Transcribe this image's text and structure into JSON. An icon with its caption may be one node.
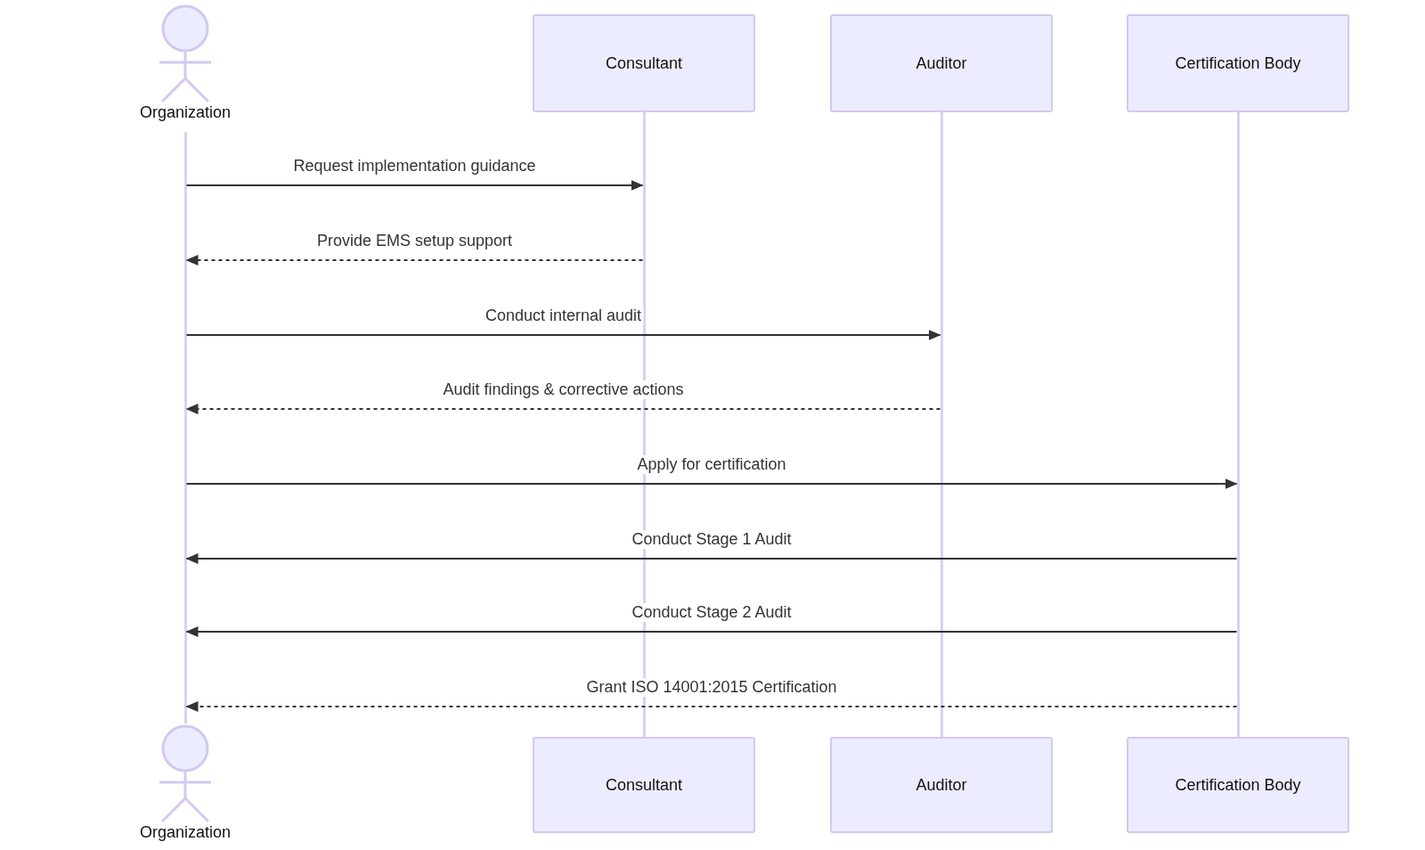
{
  "diagram": {
    "nodes": [
      {
        "text": [
          "Organization"
        ]
      },
      {
        "text": [
          "Consultant"
        ]
      },
      {
        "text": [
          "Auditor"
        ]
      },
      {
        "text": [
          "Certification Body"
        ]
      },
      {
        "text": [
          "Organization"
        ]
      },
      {
        "text": [
          "Consultant"
        ]
      },
      {
        "text": [
          "Auditor"
        ]
      },
      {
        "text": [
          "Certification Body"
        ]
      },
      {
        "text": [],
        "shape": "bar"
      },
      {
        "text": [],
        "shape": "bar"
      },
      {
        "text": [],
        "shape": "bar"
      },
      {
        "text": [],
        "shape": "bar"
      }
    ],
    "edges": [
      {
        "from": 8,
        "to": 9,
        "label": "Request implementation guidance",
        "arrow": "to"
      },
      {
        "from": 9,
        "to": 8,
        "label": "Provide EMS setup support",
        "arrow": "to",
        "style": "dashed"
      },
      {
        "from": 8,
        "to": 10,
        "label": "Conduct internal audit",
        "arrow": "to"
      },
      {
        "from": 10,
        "to": 8,
        "label": "Audit findings & corrective actions",
        "arrow": "to",
        "style": "dashed"
      },
      {
        "from": 8,
        "to": 11,
        "label": "Apply for certification",
        "arrow": "to"
      },
      {
        "from": 11,
        "to": 8,
        "label": "Conduct Stage 1 Audit",
        "arrow": "to"
      },
      {
        "from": 11,
        "to": 8,
        "label": "Conduct Stage 2 Audit",
        "arrow": "to"
      },
      {
        "from": 11,
        "to": 8,
        "label": "Grant ISO 14001:2015 Certification",
        "arrow": "to",
        "style": "dashed"
      }
    ]
  }
}
